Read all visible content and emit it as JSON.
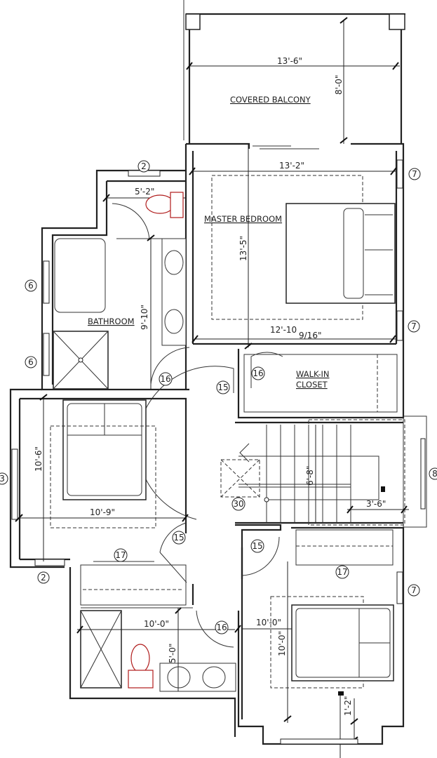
{
  "rooms": {
    "balcony": "COVERED BALCONY",
    "master": "MASTER BEDROOM",
    "bathroom": "BATHROOM",
    "closet_line1": "WALK-IN",
    "closet_line2": "CLOSET"
  },
  "dimensions": {
    "balcony_width": "13'-6\"",
    "balcony_depth": "8'-0\"",
    "master_top": "13'-2\"",
    "wc_width": "5'-2\"",
    "master_depth": "13'-5\"",
    "bath_depth": "9'-10\"",
    "master_bottom": "12'-10",
    "master_bottom_frac": "9/16\"",
    "bed3_depth": "10'-6\"",
    "bed3_width": "10'-9\"",
    "stair_run": "6'-8\"",
    "stair_width": "3'-6\"",
    "bath2_width": "10'-0\"",
    "bath2_depth": "5'-0\"",
    "bed4_width": "10'-0\"",
    "bed4_depth": "10'-0\"",
    "bay_depth": "1'-2\""
  },
  "tags": [
    "2",
    "7",
    "6",
    "6",
    "7",
    "16",
    "15",
    "16",
    "3",
    "8",
    "30",
    "15",
    "15",
    "17",
    "17",
    "7",
    "16",
    "2"
  ],
  "colors": {
    "walls": "#222222",
    "fixture_red": "#b01c1c"
  }
}
